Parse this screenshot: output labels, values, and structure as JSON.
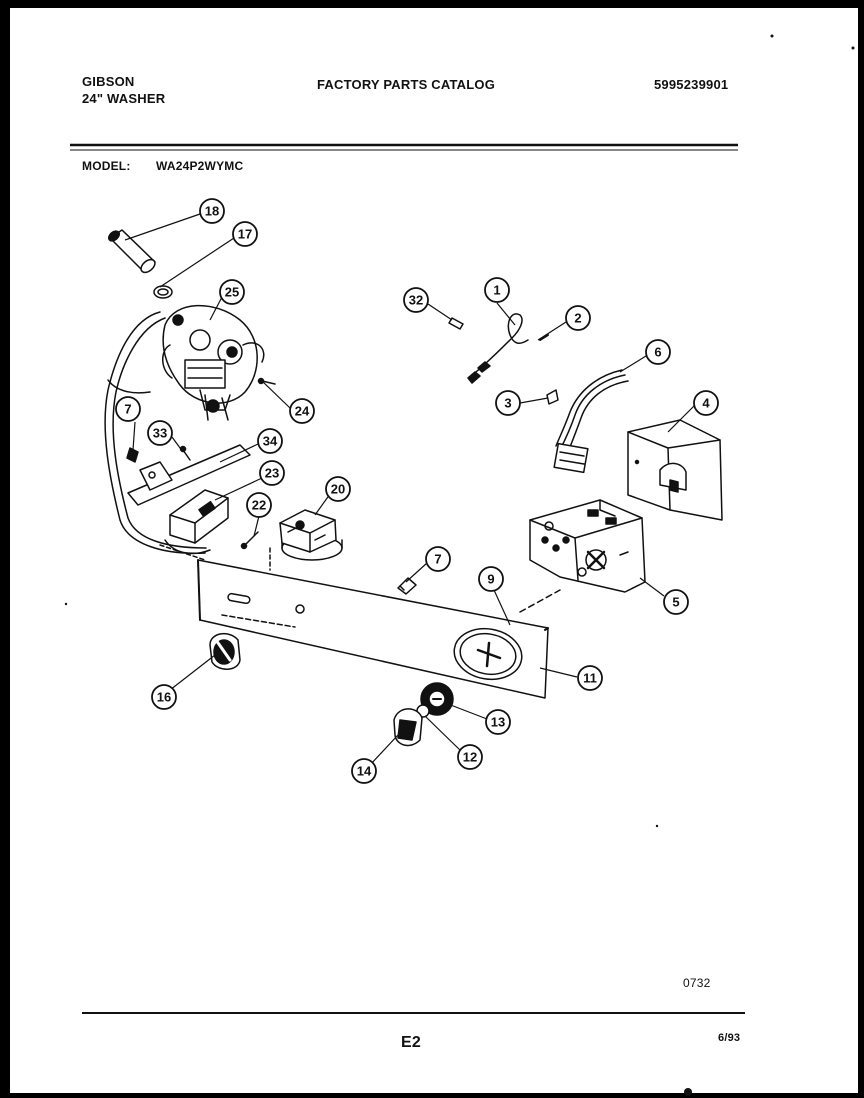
{
  "header": {
    "brand": "GIBSON",
    "product": "24\" WASHER",
    "catalog_title": "FACTORY PARTS CATALOG",
    "catalog_number": "5995239901",
    "model_label": "MODEL:",
    "model_number": "WA24P2WYMC"
  },
  "footer": {
    "figure_code": "0732",
    "page": "E2",
    "date": "6/93"
  },
  "callouts": [
    "18",
    "17",
    "25",
    "32",
    "1",
    "2",
    "6",
    "3",
    "4",
    "24",
    "7",
    "33",
    "34",
    "23",
    "22",
    "20",
    "7",
    "9",
    "5",
    "11",
    "16",
    "13",
    "12",
    "14"
  ]
}
